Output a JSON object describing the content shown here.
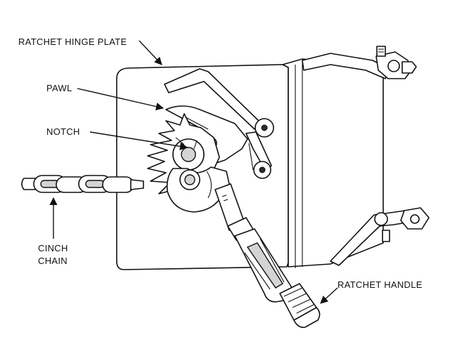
{
  "labels": {
    "hinge_plate": "RATCHET HINGE PLATE",
    "pawl": "PAWL",
    "notch": "NOTCH",
    "chain_line1": "CINCH",
    "chain_line2": "CHAIN",
    "handle": "RATCHET HANDLE"
  },
  "colors": {
    "stroke": "#111111",
    "shade": "#d4d4d4",
    "background": "#ffffff"
  }
}
